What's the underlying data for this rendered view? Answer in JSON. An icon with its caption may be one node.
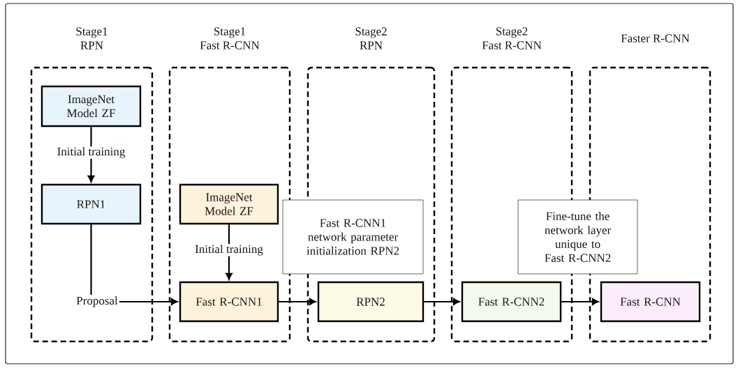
{
  "diagram": {
    "nodes": [
      {
        "text": [
          "Stage1 RPN"
        ]
      },
      {
        "text": [
          "ImageNet Model ZF"
        ],
        "in": 0
      },
      {
        "text": [
          "RPN1"
        ],
        "in": 0
      },
      {
        "text": [
          "Proposal"
        ],
        "in": 0
      },
      {
        "text": [
          "Stage1 Fast R-CNN"
        ]
      },
      {
        "text": [
          "ImageNet Model ZF"
        ],
        "in": 4
      },
      {
        "text": [
          "Fast R-CNN1"
        ],
        "in": 4
      },
      {
        "text": [
          "Stage2 RPN"
        ]
      },
      {
        "text": [
          "Fast R-CNN1 network parameter initialization RPN2"
        ]
      },
      {
        "text": [
          "RPN2"
        ],
        "in": 7
      },
      {
        "text": [
          "Stage2 Fast R-CNN"
        ]
      },
      {
        "text": [
          "Fast R-CNN2"
        ],
        "in": 10
      },
      {
        "text": [
          "Faster R-CNN"
        ]
      },
      {
        "text": [
          "Fine-tune the network layer unique to Fast R-CNN2"
        ]
      },
      {
        "text": [
          "Fast R-CNN"
        ],
        "in": 12
      }
    ],
    "edges": [
      {
        "from": 1,
        "to": 2,
        "arrow": "to",
        "label": "Initial training"
      },
      {
        "from": 2,
        "to": 3,
        "arrow": "none"
      },
      {
        "from": 3,
        "to": 6,
        "arrow": "to"
      },
      {
        "from": 5,
        "to": 6,
        "arrow": "to",
        "label": "Initial training"
      },
      {
        "from": 6,
        "to": 9,
        "arrow": "to"
      },
      {
        "from": 9,
        "to": 11,
        "arrow": "to"
      },
      {
        "from": 11,
        "to": 14,
        "arrow": "to"
      }
    ]
  }
}
